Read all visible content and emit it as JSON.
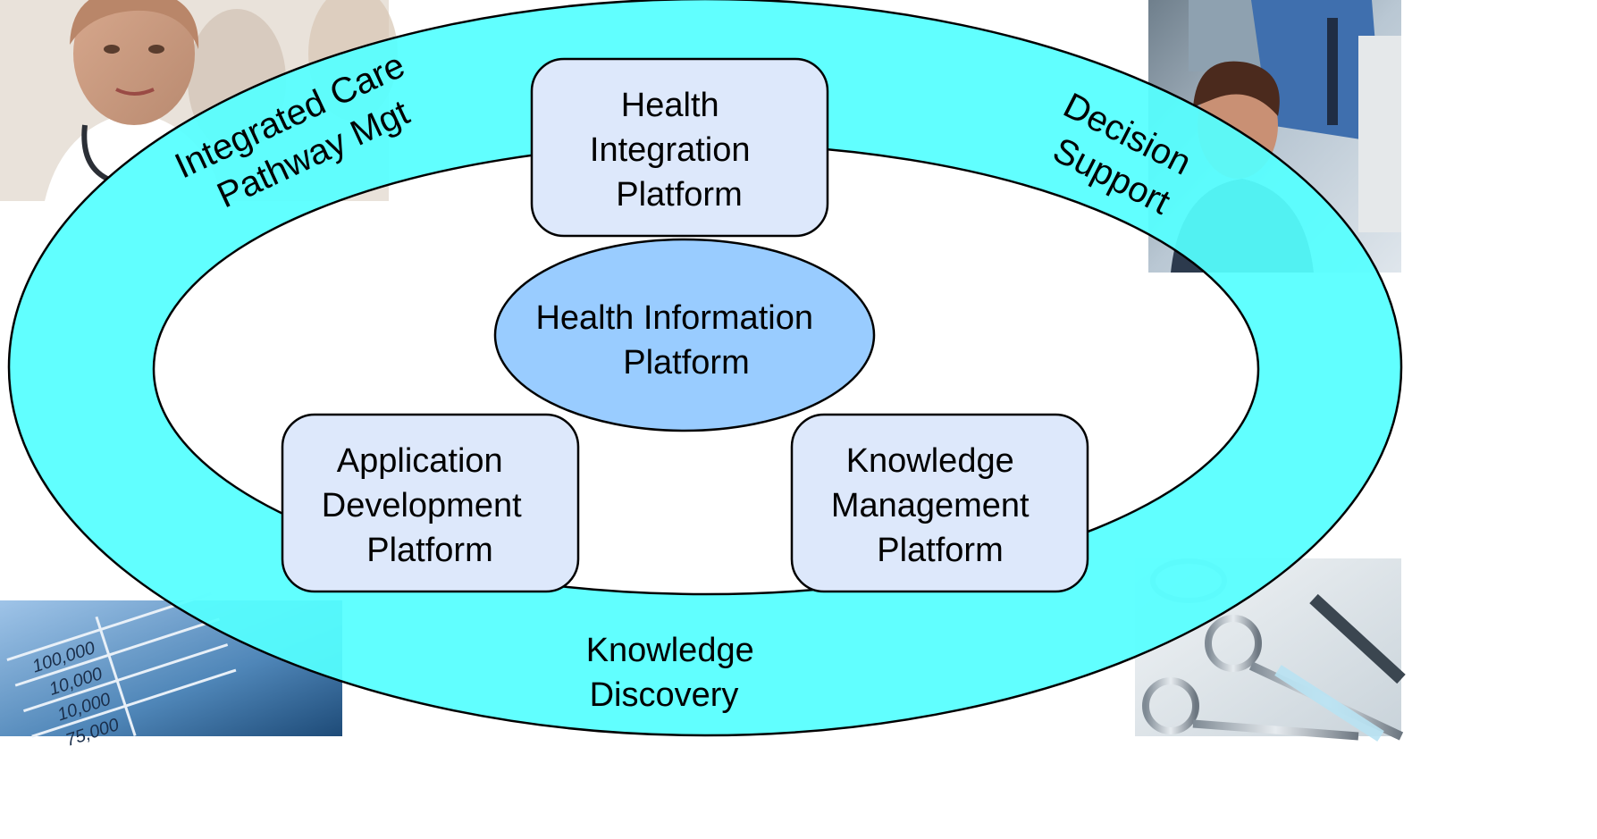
{
  "diagram": {
    "center": {
      "lines": [
        "Health Information",
        "Platform"
      ],
      "fill": "#99ccff"
    },
    "boxes": [
      {
        "id": "health-integration",
        "lines": [
          "Health",
          "Integration",
          "Platform"
        ]
      },
      {
        "id": "application-development",
        "lines": [
          "Application",
          "Development",
          "Platform"
        ]
      },
      {
        "id": "knowledge-management",
        "lines": [
          "Knowledge",
          "Management",
          "Platform"
        ]
      }
    ],
    "ring": {
      "fill": "#55ffff",
      "labels": {
        "top_left": [
          "Integrated Care",
          "Pathway Mgt"
        ],
        "top_right": [
          "Decision",
          "Support"
        ],
        "bottom": [
          "Knowledge",
          "Discovery"
        ]
      }
    },
    "box_fill": "#dde8fb"
  },
  "photos": [
    {
      "id": "doctor-photo",
      "subject": "smiling doctor with stethoscope"
    },
    {
      "id": "office-workers-photo",
      "subject": "office workers at computer"
    },
    {
      "id": "spreadsheet-photo",
      "subject": "financial spreadsheet",
      "visible_numbers": [
        "100,000",
        "10,000",
        "10,000",
        "75,000"
      ]
    },
    {
      "id": "surgical-instruments-photo",
      "subject": "surgical instruments"
    }
  ]
}
